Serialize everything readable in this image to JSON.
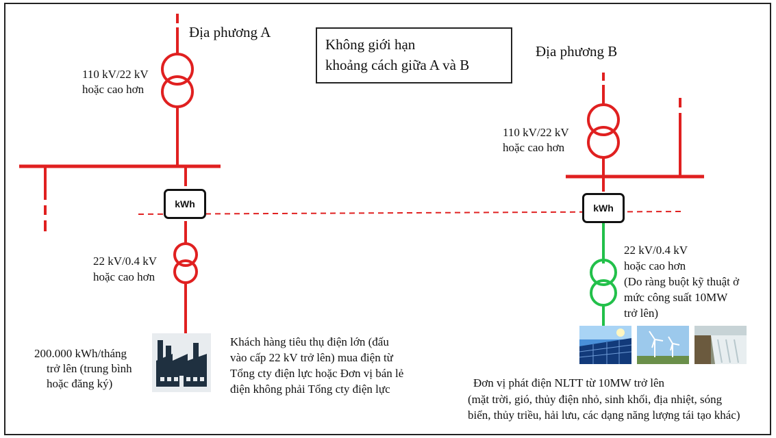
{
  "colors": {
    "grid": "#e02020",
    "renewable": "#22c04a",
    "ink": "#111111"
  },
  "note": {
    "line1": "Không giới hạn",
    "line2": "khoảng cách giữa A và B"
  },
  "site_a": {
    "title": "Địa phương A",
    "tx_high": {
      "line1": "110 kV/22 kV",
      "line2": "hoặc cao hơn"
    },
    "meter": "kWh",
    "tx_low": {
      "line1": "22 kV/0.4 kV",
      "line2": "hoặc cao hơn"
    },
    "consumption": {
      "line1": "200.000 kWh/tháng",
      "line2": "trở lên (trung bình",
      "line3": "hoặc đăng ký)"
    },
    "customer": {
      "line1": "Khách hàng tiêu thụ điện lớn (đấu",
      "line2": "vào cấp 22 kV trở lên) mua điện từ",
      "line3": "Tổng cty điện lực hoặc Đơn vị bán lẻ",
      "line4": "điện không phải Tổng cty điện lực"
    },
    "factory_icon": "factory-icon"
  },
  "site_b": {
    "title": "Địa phương B",
    "tx_high": {
      "line1": "110 kV/22 kV",
      "line2": "hoặc cao hơn"
    },
    "meter": "kWh",
    "tx_low": {
      "line1": "22 kV/0.4 kV",
      "line2": "hoặc cao hơn",
      "line3": "(Do ràng buột kỹ thuật ở",
      "line4": "mức công suất 10MW",
      "line5": "trở lên)"
    },
    "generator": {
      "line1": "Đơn vị phát điện NLTT từ 10MW trở lên",
      "line2": "(mặt trời, gió, thủy điện nhỏ, sinh khối, địa nhiệt, sóng",
      "line3": "biển, thủy triều, hải lưu, các dạng năng lượng tái tạo khác)"
    },
    "photos": [
      "solar-panel-photo",
      "wind-turbine-photo",
      "hydro-dam-photo"
    ]
  }
}
